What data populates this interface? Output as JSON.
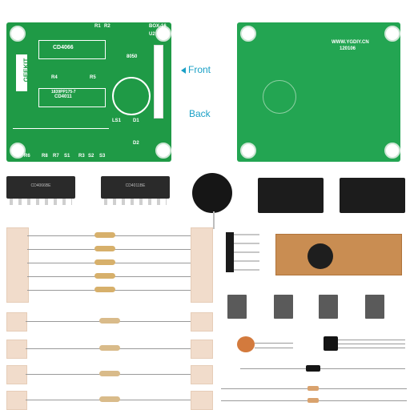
{
  "labels": {
    "front": "Front",
    "back": "Back"
  },
  "board_front": {
    "brand": "GEEKIT",
    "ic1": "CD4066",
    "ic2": "CD4011",
    "model": "BOX-16",
    "small_text": "1839PP175-7",
    "refs": [
      "R1",
      "R2",
      "U2",
      "R4",
      "R5",
      "8050",
      "LS1",
      "D1",
      "D2",
      "R6",
      "R8",
      "R7",
      "S1",
      "R3",
      "S2",
      "S3"
    ]
  },
  "board_back": {
    "text1": "WWW.YGDIY.CN",
    "text2": "120106"
  },
  "chips": [
    {
      "name": "ic-cd4066",
      "text": "CD4066BE"
    },
    {
      "name": "ic-cd4011",
      "text": "CD4011BE"
    }
  ],
  "colors": {
    "pcb_green": "#1f9a46",
    "label_blue": "#1aa0c6",
    "ic_black": "#2a2a2a",
    "tape": "#f1dccb"
  }
}
